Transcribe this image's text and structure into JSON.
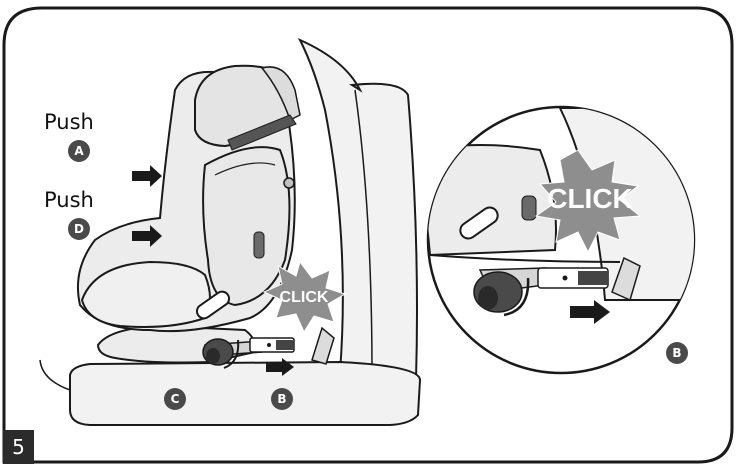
{
  "step_number": "5",
  "labels": {
    "push_a": "Push",
    "push_d": "Push",
    "click_main": "CLICK",
    "click_zoom": "CLICK"
  },
  "badges": {
    "a": "A",
    "d": "D",
    "c": "C",
    "b_main": "B",
    "b_zoom": "B"
  },
  "colors": {
    "outline": "#1a1a1a",
    "badge_fill": "#4a4a4a",
    "seat_fill": "#ececec",
    "click_burst": "#8e8e8e",
    "arrow": "#1a1a1a"
  },
  "icons": [
    "push-arrow-icon",
    "click-burst-icon",
    "rotate-arrow-icon",
    "isofix-connector-icon"
  ]
}
